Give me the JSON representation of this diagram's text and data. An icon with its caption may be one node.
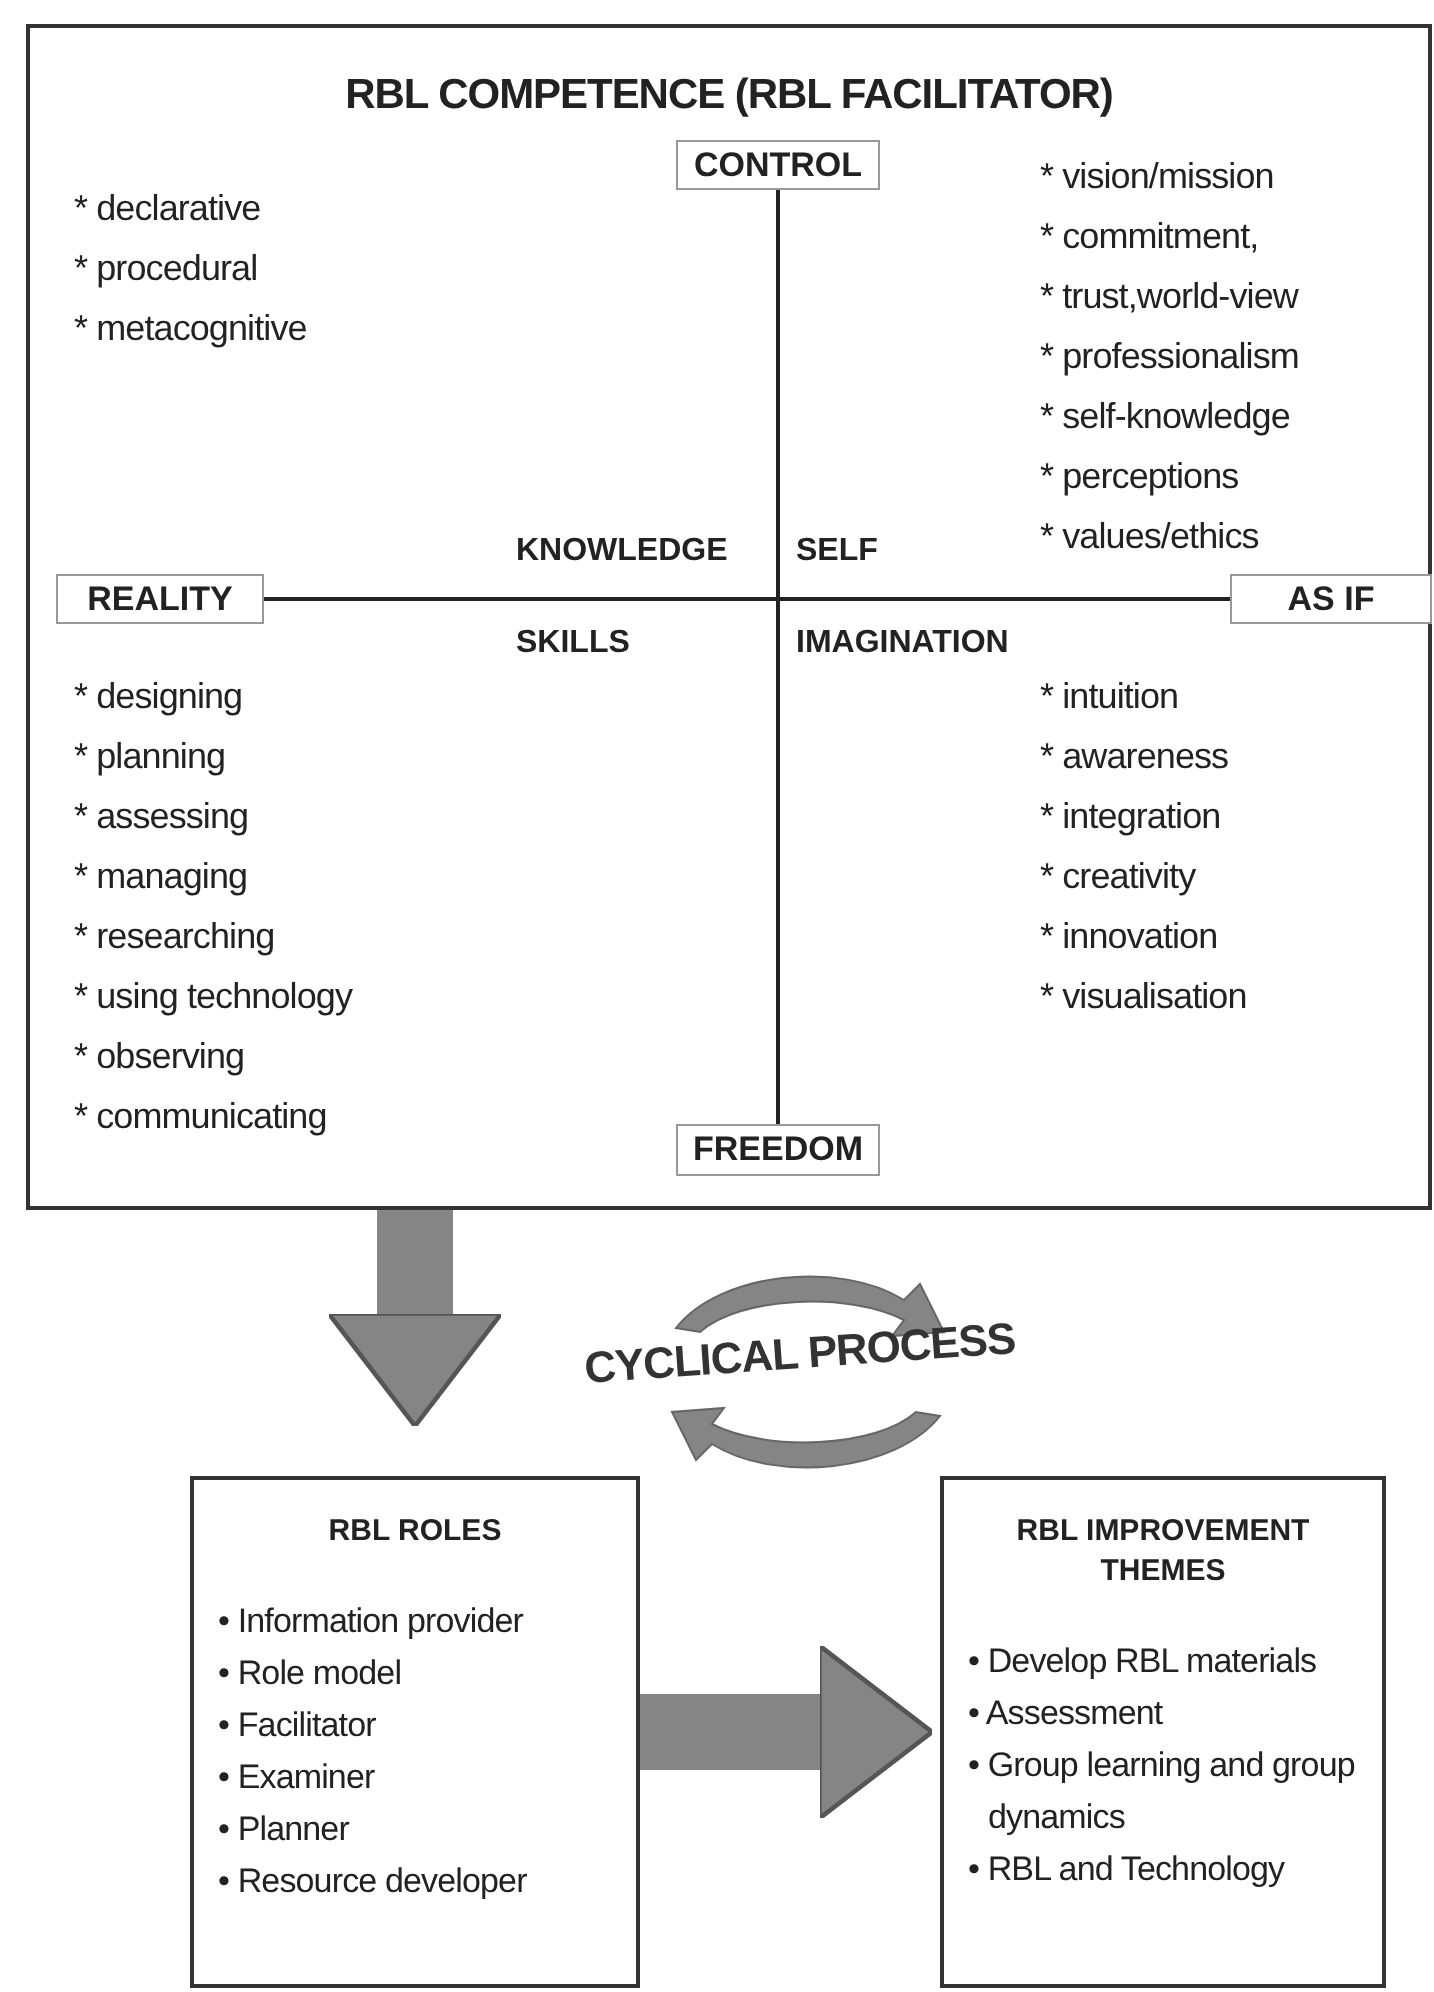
{
  "diagram": {
    "nodes": [
      {
        "text": [
          "RBL COMPETENCE (RBL FACILITATOR)"
        ]
      },
      {
        "text": [
          "CONTROL"
        ],
        "in": 0
      },
      {
        "text": [
          "REALITY"
        ],
        "in": 0
      },
      {
        "text": [
          "AS IF"
        ],
        "in": 0
      },
      {
        "text": [
          "FREEDOM"
        ],
        "in": 0
      },
      {
        "text": [
          "RBL ROLES",
          "• Information provider",
          "• Role model",
          "• Facilitator",
          "• Examiner",
          "• Planner",
          "• Resource developer"
        ]
      },
      {
        "text": [
          "RBL IMPROVEMENT THEMES",
          "• Develop RBL materials",
          "• Assessment",
          "• Group learning and group dynamics",
          "• RBL and Technology"
        ]
      }
    ],
    "edges": [
      {
        "from": 1,
        "to": 4,
        "arrow": "none"
      },
      {
        "from": 2,
        "to": 3,
        "arrow": "none"
      },
      {
        "from": 0,
        "to": 5,
        "arrow": "to",
        "style": "thick",
        "color": "#858585"
      },
      {
        "from": 5,
        "to": 6,
        "arrow": "to",
        "style": "thick",
        "color": "#858585"
      }
    ],
    "labels": [
      "* declarative",
      "* procedural",
      "* metacognitive",
      "* vision/mission",
      "* commitment,",
      "* trust,world-view",
      "* professionalism",
      "* self-knowledge",
      "* perceptions",
      "* values/ethics",
      "KNOWLEDGE",
      "SELF",
      "SKILLS",
      "IMAGINATION",
      "* designing",
      "* planning",
      "* assessing",
      "* managing",
      "* researching",
      "* using technology",
      "* observing",
      "* communicating",
      "* intuition",
      "* awareness",
      "* integration",
      "* creativity",
      "* innovation",
      "* visualisation",
      "CYCLICAL PROCESS"
    ]
  }
}
